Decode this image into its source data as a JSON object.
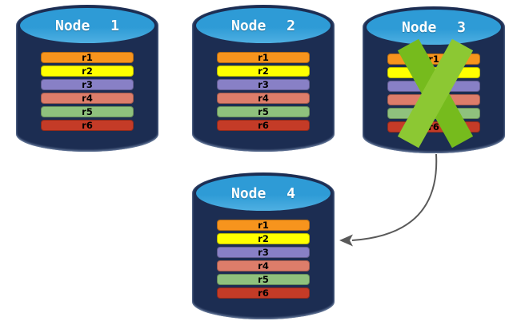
{
  "diagram": {
    "description_hint": "database replication cylinders",
    "nodes": [
      {
        "label": "Node 1",
        "failed": false
      },
      {
        "label": "Node 2",
        "failed": false
      },
      {
        "label": "Node 3",
        "failed": true
      },
      {
        "label": "Node 4",
        "failed": false
      }
    ],
    "replica_rows": [
      {
        "label": "r1",
        "color": "#F7941D"
      },
      {
        "label": "r2",
        "color": "#FFFF00"
      },
      {
        "label": "r3",
        "color": "#8880C6"
      },
      {
        "label": "r4",
        "color": "#DD7D6A"
      },
      {
        "label": "r5",
        "color": "#8FC17D"
      },
      {
        "label": "r6",
        "color": "#C43B27"
      }
    ],
    "colors": {
      "cylinder_body": "#1C2D52",
      "cylinder_top": "#2E9BD6",
      "node_label_text": "#FFFFFF",
      "row_label_text": "#000000",
      "failure_x_dark": "#76BB1D",
      "failure_x_light": "#8CC833",
      "arrow": "#595959",
      "background": "#FFFFFF"
    }
  }
}
